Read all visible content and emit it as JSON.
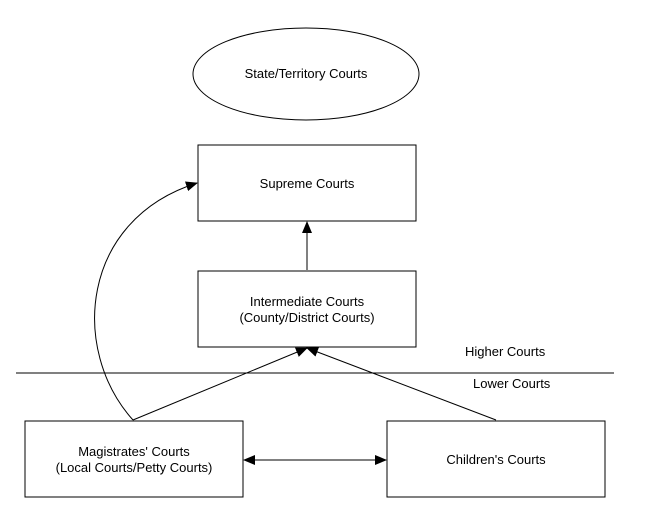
{
  "diagram": {
    "header_node": {
      "label": "State/Territory Courts"
    },
    "nodes": {
      "supreme": {
        "label": "Supreme Courts"
      },
      "intermediate": {
        "line1": "Intermediate Courts",
        "line2": "(County/District Courts)"
      },
      "magistrates": {
        "line1": "Magistrates' Courts",
        "line2": "(Local Courts/Petty Courts)"
      },
      "childrens": {
        "label": "Children's Courts"
      }
    },
    "divider": {
      "upper_label": "Higher Courts",
      "lower_label": "Lower Courts"
    },
    "edges": [
      {
        "from": "intermediate",
        "to": "supreme",
        "type": "directed"
      },
      {
        "from": "magistrates",
        "to": "supreme",
        "type": "directed-curved"
      },
      {
        "from": "magistrates",
        "to": "intermediate",
        "type": "directed"
      },
      {
        "from": "childrens",
        "to": "intermediate",
        "type": "directed"
      },
      {
        "from": "magistrates",
        "to": "childrens",
        "type": "bidirectional"
      }
    ],
    "colors": {
      "stroke": "#000000",
      "background": "#ffffff",
      "text": "#000000"
    }
  }
}
